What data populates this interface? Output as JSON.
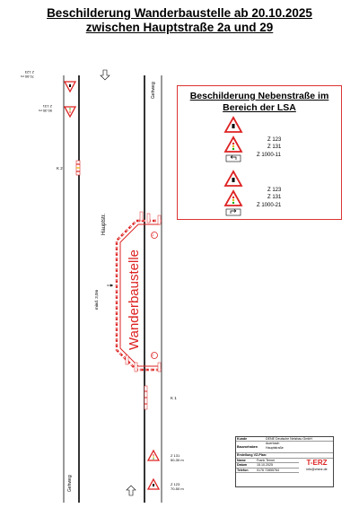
{
  "title": {
    "line1": "Beschilderung Wanderbaustelle ab 20.10.2025",
    "line2": "zwischen Hauptstraße 2a und 29"
  },
  "plan": {
    "street_label": "Hauptstr.",
    "sidewalk_label": "Gehweg",
    "site_label": "Wanderbaustelle",
    "width_label": "mind. 3,0m",
    "k1": "K 1",
    "k2": "K 2",
    "marker_1": "1",
    "marker_2": "2",
    "top_sign_1_dist": "70-50 m",
    "top_sign_1_code": "Z 123",
    "top_sign_2_dist": "50-30 m",
    "top_sign_2_code": "Z 131",
    "bottom_sign_1_code": "Z 131",
    "bottom_sign_1_dist": "50-30 m",
    "bottom_sign_2_code": "Z 123",
    "bottom_sign_2_dist": "70-50 m"
  },
  "info_box": {
    "title_line1": "Beschilderung Nebenstraße im",
    "title_line2": "Bereich der LSA",
    "group1": [
      "Z  123",
      "Z  131",
      "Z  1000-11"
    ],
    "group2": [
      "Z  123",
      "Z  131",
      "Z  1000-21"
    ]
  },
  "legend": {
    "kunde_label": "Kunde",
    "kunde_value": "DENE Deutsche Netzbau GmbH",
    "bauvorhaben_label": "Bauvorhaben",
    "bauvorhaben_value1": "Auerbach",
    "bauvorhaben_value2": "Hauptstraße",
    "erstellung_label": "Erstellung VZ-Plan:",
    "name_label": "Name",
    "name_value": "Frank Terner",
    "datum_label": "Datum",
    "datum_value": "15.10.2025",
    "telefon_label": "Telefon",
    "telefon_value": "0176 72855764",
    "logo_text": "T-ERZ",
    "email": "info@vherz.de"
  }
}
